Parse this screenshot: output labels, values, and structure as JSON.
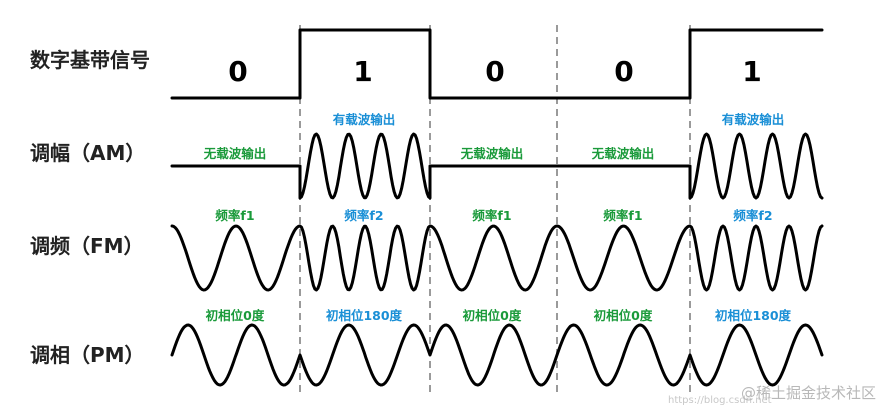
{
  "rows": {
    "digital": "数字基带信号",
    "am": "调幅（AM）",
    "fm": "调频（FM）",
    "pm": "调相（PM）"
  },
  "bits": [
    "0",
    "1",
    "0",
    "0",
    "1"
  ],
  "am_labels": [
    "无载波输出",
    "有载波输出",
    "无载波输出",
    "无载波输出",
    "有载波输出"
  ],
  "fm_labels": [
    "频率f1",
    "频率f2",
    "频率f1",
    "频率f1",
    "频率f2"
  ],
  "pm_labels": [
    "初相位0度",
    "初相位180度",
    "初相位0度",
    "初相位0度",
    "初相位180度"
  ],
  "watermark": "@稀土掘金技术社区",
  "watermark_url": "https://blog.csdn.net",
  "colors": {
    "carrier_off": "#1a9a3a",
    "carrier_on": "#1a8fd6",
    "wave": "#000000",
    "divider": "#9a9a9a"
  }
}
